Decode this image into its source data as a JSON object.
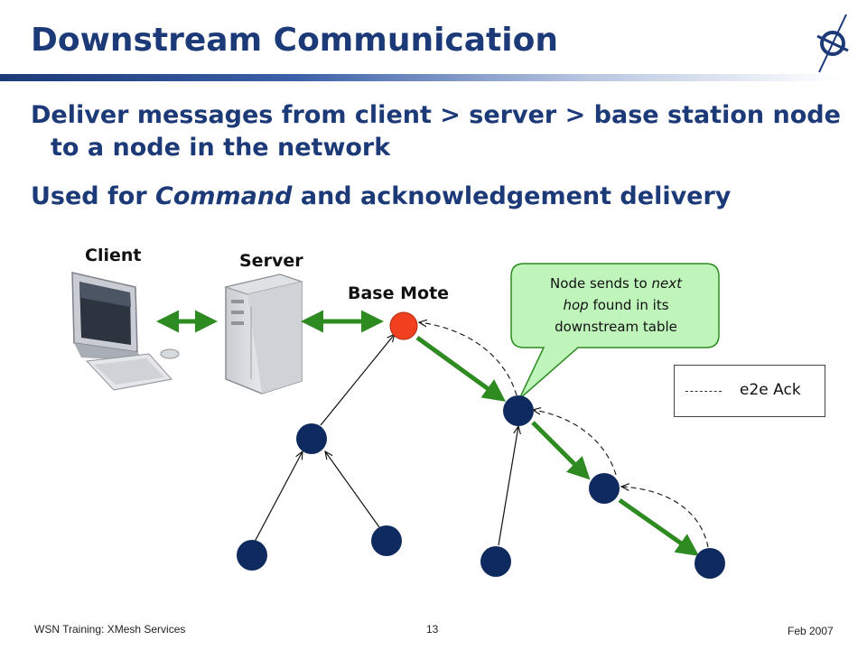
{
  "slide": {
    "title": "Downstream Communication",
    "bullets": {
      "b1_line1": "Deliver messages from client > server > base station node",
      "b1_line2": "to a node in the network",
      "b2_before": "Used for ",
      "b2_italic": "Command",
      "b2_after": " and acknowledgement delivery"
    },
    "labels": {
      "client": "Client",
      "server": "Server",
      "base_mote": "Base Mote"
    },
    "callout": {
      "line1": "Node sends to ",
      "line1_italic": "next",
      "line2_italic": "hop",
      "line2": " found in its",
      "line3": "downstream table"
    },
    "legend": {
      "label": "e2e Ack"
    },
    "footer": {
      "left": "WSN Training: XMesh Services",
      "page": "13",
      "date": "Feb 2007"
    }
  },
  "colors": {
    "title": "#1d3a78",
    "node": "#0f2a5e",
    "base_node": "#f0401f",
    "path": "#2e8b22",
    "callout_fill": "#bff5bb"
  }
}
